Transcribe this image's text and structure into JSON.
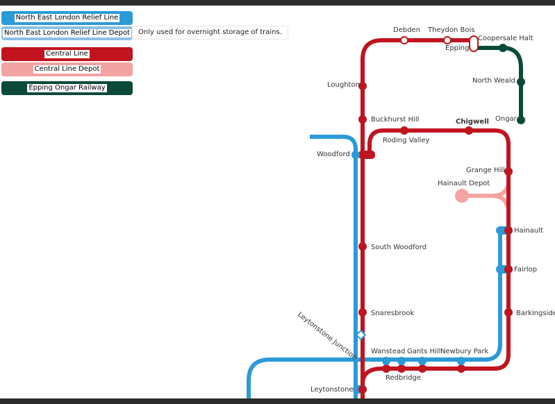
{
  "legend": [
    {
      "label": "North East London Relief Line",
      "color": "#2b9ad8"
    },
    {
      "label": "North East London Relief Line Depot",
      "color": "#8bc0e8"
    },
    {
      "label": "Central Line",
      "color": "#c0141e"
    },
    {
      "label": "Central Line Depot",
      "color": "#f4a3a3"
    },
    {
      "label": "Epping Ongar Railway",
      "color": "#0b4a3a"
    }
  ],
  "depot_note": "Only used for overnight storage of trains.",
  "stations": {
    "debden": "Debden",
    "theydon_bois": "Theydon Bois",
    "epping": "Epping",
    "coopersale_halt": "Coopersale Halt",
    "north_weald": "North Weald",
    "ongar": "Ongar",
    "loughton": "Loughton",
    "buckhurst_hill": "Buckhurst Hill",
    "chigwell": "Chigwell",
    "roding_valley": "Roding Valley",
    "woodford": "Woodford",
    "grange_hill": "Grange Hill",
    "hainault_depot": "Hainault Depot",
    "hainault": "Hainault",
    "south_woodford": "South Woodford",
    "fairlop": "Fairlop",
    "snaresbrook": "Snaresbrook",
    "barkingside": "Barkingside",
    "leytonstone_junction": "Leytonstone Junction",
    "wanstead": "Wanstead",
    "gants_hill": "Gants Hill",
    "newbury_park": "Newbury Park",
    "redbridge": "Redbridge",
    "leytonstone": "Leytonstone"
  }
}
